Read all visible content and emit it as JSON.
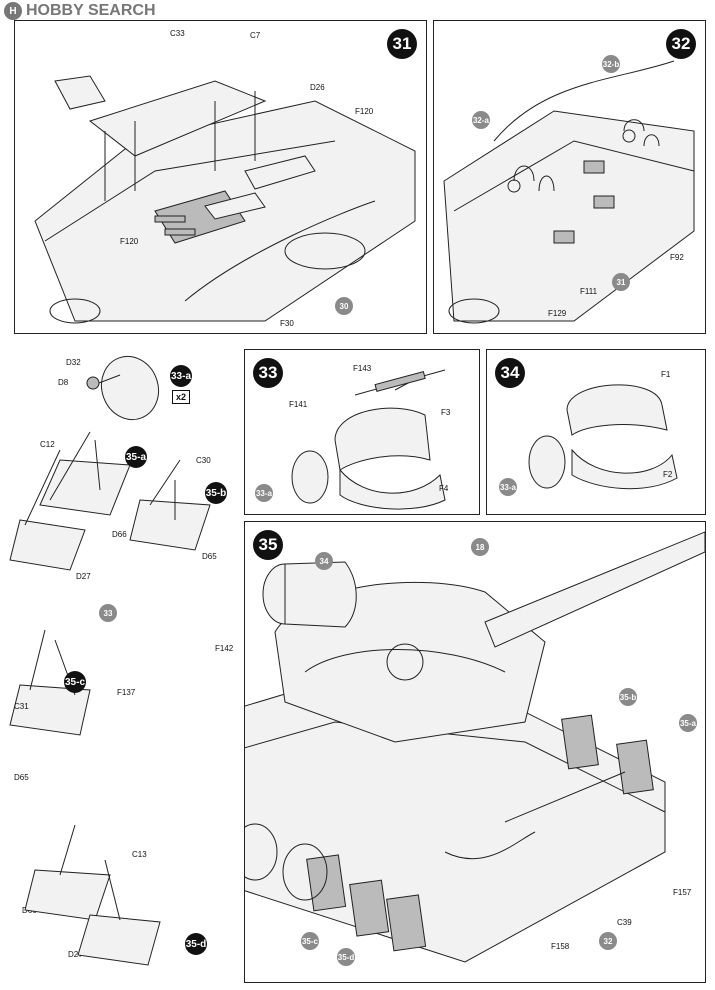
{
  "header": {
    "brand": "HOBBY SEARCH",
    "logo_letter": "H"
  },
  "steps": {
    "s31": {
      "number": "31",
      "labels": [
        "C33",
        "C7",
        "D26",
        "F120",
        "F120",
        "F30"
      ],
      "ref": "30"
    },
    "s32": {
      "number": "32",
      "labels": [
        "F129",
        "F111",
        "F92"
      ],
      "subrefs": [
        "32-b",
        "32-a"
      ],
      "ref": "31"
    },
    "s33": {
      "number": "33",
      "labels": [
        "F143",
        "F141",
        "F3",
        "F4"
      ],
      "ref": "33-a"
    },
    "s34": {
      "number": "34",
      "labels": [
        "F1",
        "F2"
      ],
      "ref": "33-a"
    },
    "s35": {
      "number": "35",
      "labels": [
        "F142",
        "F137",
        "F157",
        "C39",
        "F158"
      ],
      "refs": [
        "34",
        "18",
        "33",
        "35-b",
        "35-a",
        "35-c",
        "35-d",
        "32"
      ]
    }
  },
  "sub": {
    "a33": {
      "badge": "33-a",
      "multiplier": "x2",
      "labels": [
        "D32",
        "D8"
      ]
    },
    "a35": {
      "badge": "35-a",
      "labels": [
        "C12",
        "D66",
        "D27"
      ]
    },
    "b35": {
      "badge": "35-b",
      "labels": [
        "C30",
        "D65"
      ]
    },
    "c35": {
      "badge": "35-c",
      "labels": [
        "C31",
        "D65"
      ]
    },
    "d35": {
      "badge": "35-d",
      "labels": [
        "C13",
        "D66",
        "D27"
      ]
    }
  }
}
